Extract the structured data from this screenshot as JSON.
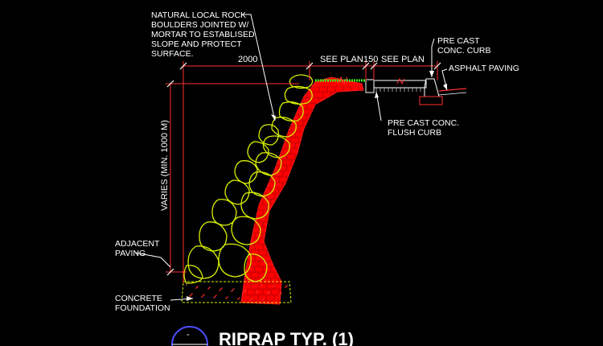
{
  "labels": {
    "boulders": [
      "NATURAL LOCAL ROCK",
      "BOULDERS JOINTED W/",
      "MORTAR TO ESTABLISED",
      "SLOPE AND PROTECT",
      "SURFACE."
    ],
    "precast_curb": [
      "PRE CAST",
      "CONC. CURB"
    ],
    "asphalt": "ASPHALT PAVING",
    "flush_curb": [
      "PRE CAST CONC.",
      "FLUSH CURB"
    ],
    "adjacent": [
      "ADJACENT",
      "PAVING"
    ],
    "foundation": [
      "CONCRETE",
      "FOUNDATION"
    ]
  },
  "dimensions": {
    "width_top": "2000",
    "see_plan_1": "SEE PLAN",
    "gap": "150",
    "see_plan_2": "SEE PLAN",
    "height": "VARIES (MIN. 1000 M)"
  },
  "title": {
    "text": "RIPRAP TYP. (1)",
    "bubble_mark": "-"
  },
  "colors": {
    "background": "#000000",
    "rock_outline": "#d8f000",
    "brick_fill": "#ff0000",
    "dimension_line": "#ff3030",
    "grass": "#39ff14",
    "leader": "#ffffff",
    "bubble": "#4d4dff"
  }
}
